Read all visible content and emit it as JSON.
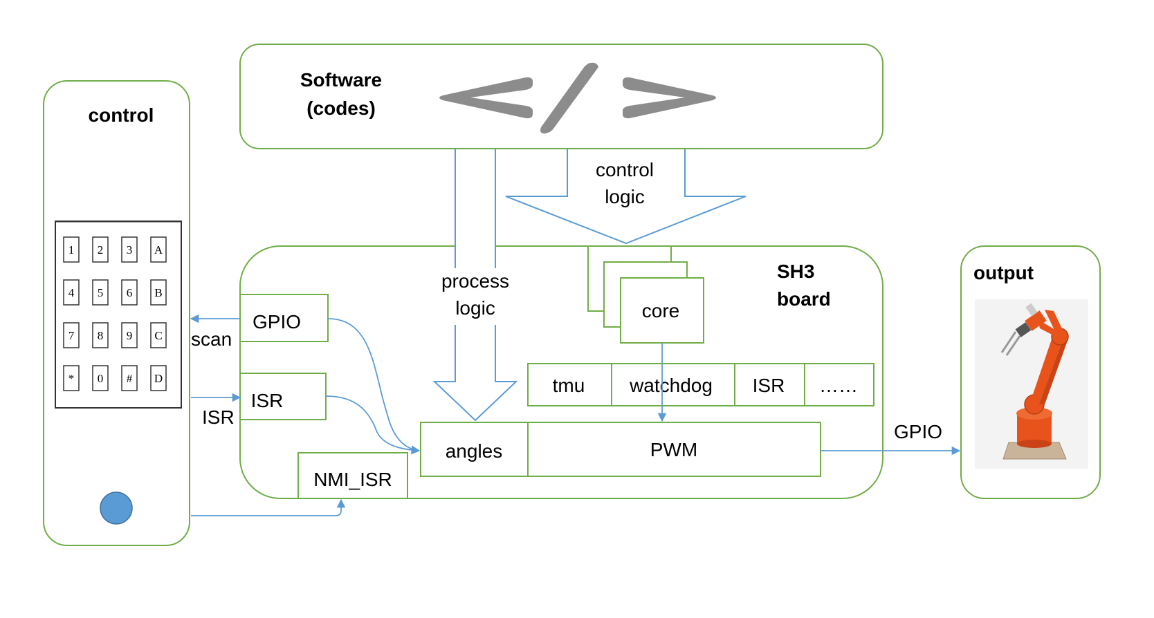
{
  "colors": {
    "box_border": "#70ad47",
    "arrow": "#5b9bd5",
    "code_icon": "#8c8c8c",
    "button": "#5b9bd5",
    "robot": "#e8531c"
  },
  "control": {
    "title": "control",
    "keypad": [
      [
        "1",
        "2",
        "3",
        "A"
      ],
      [
        "4",
        "5",
        "6",
        "B"
      ],
      [
        "7",
        "8",
        "9",
        "C"
      ],
      [
        "*",
        "0",
        "#",
        "D"
      ]
    ]
  },
  "software": {
    "title_line1": "Software",
    "title_line2": "(codes)",
    "icon": "code-brackets-icon"
  },
  "arrows": {
    "control_logic_line1": "control",
    "control_logic_line2": "logic",
    "process_logic_line1": "process",
    "process_logic_line2": "logic",
    "scan": "scan",
    "isr": "ISR",
    "gpio_out": "GPIO"
  },
  "board": {
    "title_line1": "SH3",
    "title_line2": "board",
    "gpio": "GPIO",
    "isr": "ISR",
    "nmi_isr": "NMI_ISR",
    "core": "core",
    "peripherals": [
      "tmu",
      "watchdog",
      "ISR",
      "……"
    ],
    "angles": "angles",
    "pwm": "PWM"
  },
  "output": {
    "title": "output",
    "image": "robot-arm-icon"
  }
}
